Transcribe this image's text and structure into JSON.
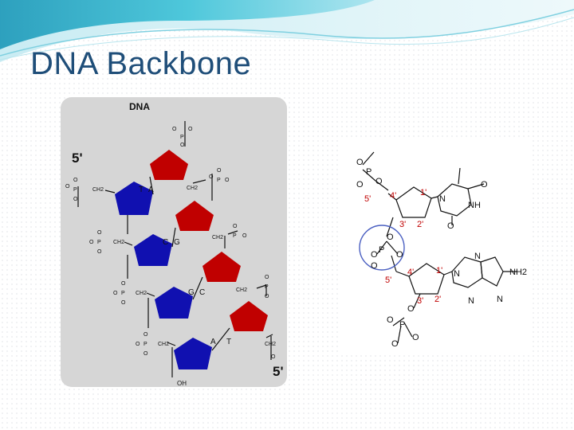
{
  "slide": {
    "title": "DNA Backbone"
  },
  "left_diagram": {
    "heading": "DNA",
    "end_top": "5'",
    "end_bottom": "5'",
    "base_pairs": [
      {
        "left": "T",
        "right": "A"
      },
      {
        "left": "C",
        "right": "G"
      },
      {
        "left": "G",
        "right": "C"
      },
      {
        "left": "A",
        "right": "T"
      }
    ],
    "bottom_label": "OH",
    "colors": {
      "left_strand_sugar": "#1010b0",
      "right_strand_sugar": "#c00000",
      "panel": "#d6d6d6"
    }
  },
  "right_diagram": {
    "labels": {
      "top_5": "5'",
      "top_4": "4'",
      "top_1": "1'",
      "top_3": "3'",
      "top_2": "2'",
      "bot_5": "5'",
      "bot_4": "4'",
      "bot_1": "1'",
      "bot_3": "3'",
      "bot_2": "2'",
      "nh": "NH",
      "nh2": "NH2",
      "n": "N",
      "o": "O",
      "p": "P"
    },
    "colors": {
      "prime_labels": "#c00000",
      "highlight_circle": "#4a5fc1"
    }
  }
}
